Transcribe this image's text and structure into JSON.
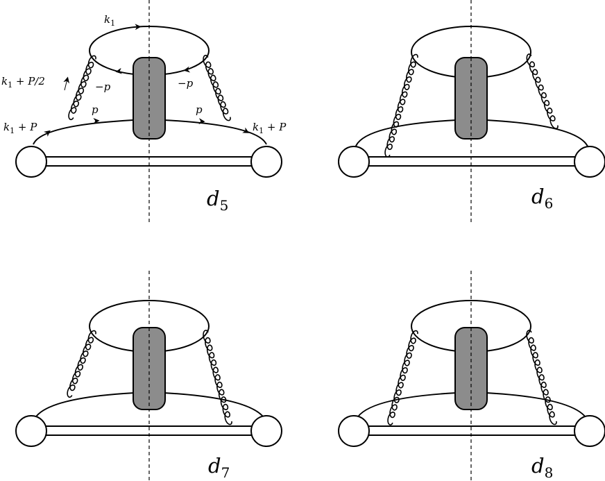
{
  "diagrams": [
    {
      "caption": {
        "main": "d",
        "sub": "5"
      },
      "labels": {
        "top_loop": {
          "main": "k",
          "sub": "1",
          "rest": ""
        },
        "gluon_momentum": {
          "main": "k",
          "sub": "1",
          "rest": " + P/2"
        },
        "minus_p_left": {
          "main": "−p",
          "sub": "",
          "rest": ""
        },
        "minus_p_right": {
          "main": "−p",
          "sub": "",
          "rest": ""
        },
        "p_left": {
          "main": "p",
          "sub": "",
          "rest": ""
        },
        "p_right": {
          "main": "p",
          "sub": "",
          "rest": ""
        },
        "in_quark": {
          "main": "k",
          "sub": "1",
          "rest": " + P"
        },
        "out_quark": {
          "main": "k",
          "sub": "1",
          "rest": " + P"
        }
      }
    },
    {
      "caption": {
        "main": "d",
        "sub": "6"
      }
    },
    {
      "caption": {
        "main": "d",
        "sub": "7"
      }
    },
    {
      "caption": {
        "main": "d",
        "sub": "8"
      }
    }
  ],
  "colors": {
    "blob_fill": "#8c8c8c",
    "line": "#000000",
    "background": "#ffffff"
  }
}
